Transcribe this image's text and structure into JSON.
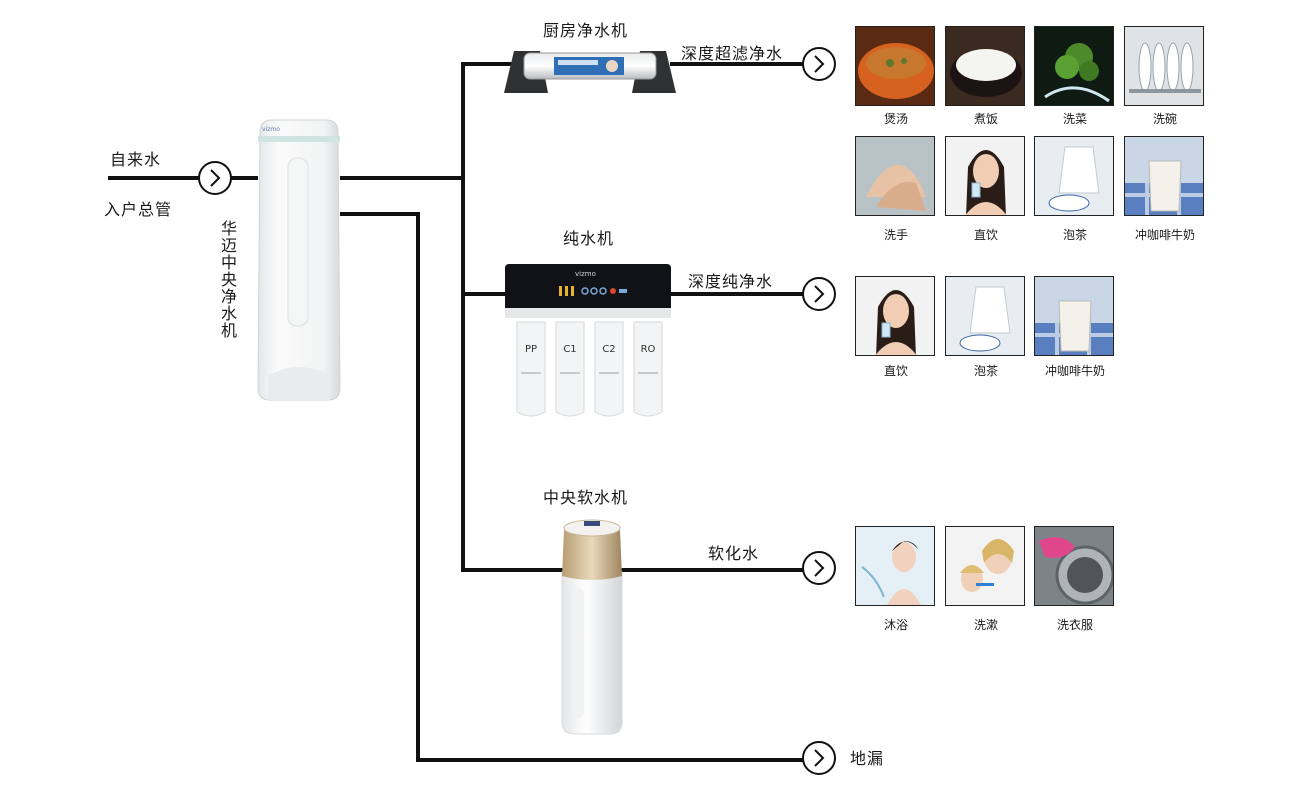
{
  "labels": {
    "tap_water": "自来水",
    "main_inlet": "入户总管",
    "central_purifier": "华迈中央净水机",
    "kitchen_purifier": "厨房净水机",
    "deep_ultrafilter": "深度超滤净水",
    "pure_water_machine": "纯水机",
    "deep_pure_water": "深度纯净水",
    "central_softener": "中央软水机",
    "softened_water": "软化水",
    "floor_drain": "地漏"
  },
  "filters": [
    "PP",
    "C1",
    "C2",
    "RO"
  ],
  "kitchen_uses": [
    "煲汤",
    "煮饭",
    "洗菜",
    "洗碗",
    "洗手",
    "直饮",
    "泡茶",
    "冲咖啡牛奶"
  ],
  "pure_uses": [
    "直饮",
    "泡茶",
    "冲咖啡牛奶"
  ],
  "soft_uses": [
    "沐浴",
    "洗漱",
    "洗衣服"
  ],
  "brand": "vizmo"
}
